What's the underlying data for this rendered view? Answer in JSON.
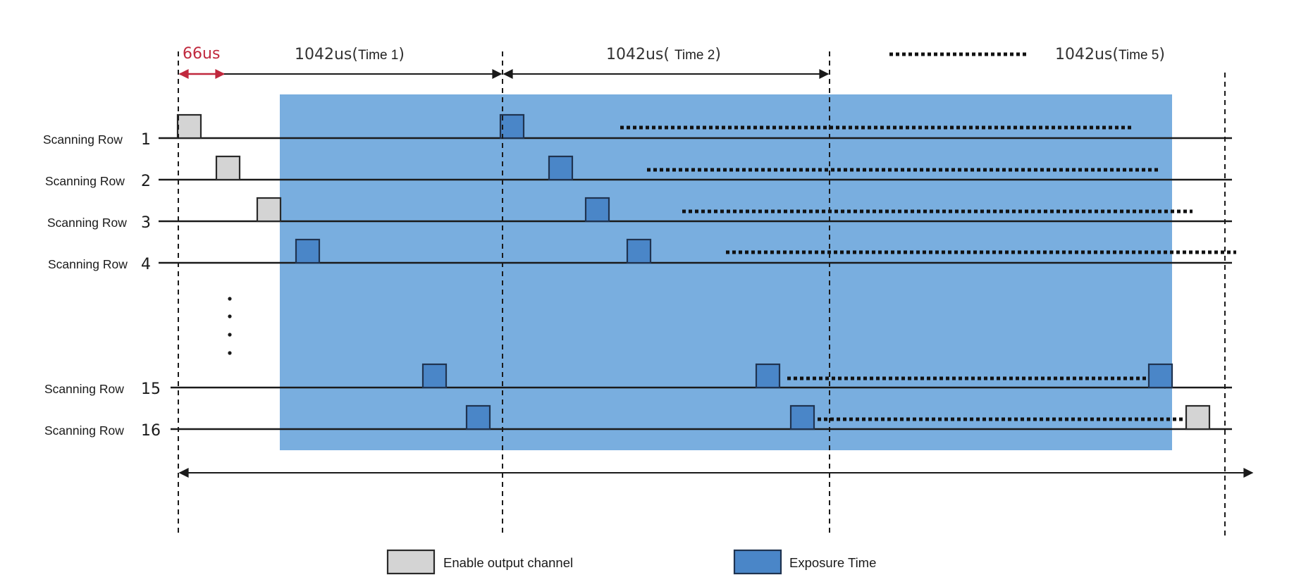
{
  "colors": {
    "exposure_band": "#79AEDF",
    "exposure_pulse": "#4A86C8",
    "enable_pulse": "#D4D4D4",
    "accent_red": "#C0283D",
    "line": "#1a1a1a"
  },
  "header": {
    "offset_label": "66us",
    "segments": [
      {
        "value": "1042us",
        "paren_open": "(",
        "name": "Time  1",
        "paren_close": ")"
      },
      {
        "value": "1042us",
        "paren_open": "( ",
        "name": "Time 2",
        "paren_close": ")"
      },
      {
        "value": "1042us",
        "paren_open": "(",
        "name": "Time 5",
        "paren_close": ")"
      }
    ]
  },
  "rows": [
    {
      "label": "Scanning Row",
      "number": "1"
    },
    {
      "label": "Scanning Row",
      "number": "2"
    },
    {
      "label": "Scanning Row",
      "number": "3"
    },
    {
      "label": "Scanning Row",
      "number": "4"
    },
    {
      "label": "Scanning Row",
      "number": "15"
    },
    {
      "label": "Scanning Row",
      "number": "16"
    }
  ],
  "legend": {
    "enable_label": "Enable output channel",
    "exposure_label": "Exposure Time"
  }
}
